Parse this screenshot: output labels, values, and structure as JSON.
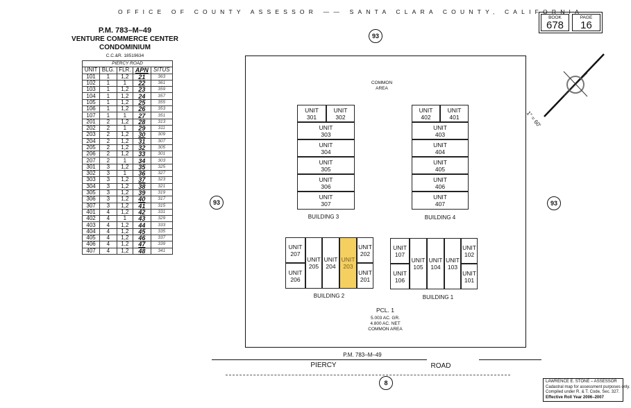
{
  "header": "OFFICE OF COUNTY ASSESSOR —— SANTA CLARA COUNTY, CALIFORNIA",
  "book": {
    "label": "BOOK",
    "value": "678"
  },
  "page": {
    "label": "PAGE",
    "value": "16"
  },
  "title": {
    "line1": "P.M. 783–M–49",
    "line2": "VENTURE COMMERCE CENTER",
    "line3": "CONDOMINIUM",
    "ccr": "C.C.&R. 18519634"
  },
  "table": {
    "caption": "PIERCY ROAD",
    "headers": [
      "UNIT",
      "BLG.",
      "FLR.",
      "APN",
      "SITUS"
    ],
    "rows": [
      [
        "101",
        "1",
        "1,2",
        "21",
        "363"
      ],
      [
        "102",
        "1",
        "1",
        "22",
        "361"
      ],
      [
        "103",
        "1",
        "1,2",
        "23",
        "359"
      ],
      [
        "104",
        "1",
        "1,2",
        "24",
        "357"
      ],
      [
        "105",
        "1",
        "1,2",
        "25",
        "355"
      ],
      [
        "106",
        "1",
        "1,2",
        "26",
        "353"
      ],
      [
        "107",
        "1",
        "1",
        "27",
        "351"
      ],
      [
        "201",
        "2",
        "1,2",
        "28",
        "313"
      ],
      [
        "202",
        "2",
        "1",
        "29",
        "311"
      ],
      [
        "203",
        "2",
        "1,2",
        "30",
        "309"
      ],
      [
        "204",
        "2",
        "1,2",
        "31",
        "307"
      ],
      [
        "205",
        "2",
        "1,2",
        "32",
        "305"
      ],
      [
        "206",
        "2",
        "1,2",
        "33",
        "301"
      ],
      [
        "207",
        "2",
        "1",
        "34",
        "303"
      ],
      [
        "301",
        "3",
        "1,2",
        "35",
        "325"
      ],
      [
        "302",
        "3",
        "1",
        "36",
        "327"
      ],
      [
        "303",
        "3",
        "1,2",
        "37",
        "323"
      ],
      [
        "304",
        "3",
        "1,2",
        "38",
        "321"
      ],
      [
        "305",
        "3",
        "1,2",
        "39",
        "319"
      ],
      [
        "306",
        "3",
        "1,2",
        "40",
        "317"
      ],
      [
        "307",
        "3",
        "1,2",
        "41",
        "315"
      ],
      [
        "401",
        "4",
        "1,2",
        "42",
        "331"
      ],
      [
        "402",
        "4",
        "1",
        "43",
        "329"
      ],
      [
        "403",
        "4",
        "1,2",
        "44",
        "333"
      ],
      [
        "404",
        "4",
        "1,2",
        "45",
        "335"
      ],
      [
        "405",
        "4",
        "1,2",
        "46",
        "337"
      ],
      [
        "406",
        "4",
        "1,2",
        "47",
        "339"
      ],
      [
        "407",
        "4",
        "1,2",
        "48",
        "341"
      ]
    ]
  },
  "map": {
    "book_ref": "93",
    "road_ref": "8",
    "common_area": [
      "COMMON",
      "AREA"
    ],
    "buildings": {
      "b3": "BUILDING 3",
      "b4": "BUILDING 4",
      "b2": "BUILDING 2",
      "b1": "BUILDING 1"
    },
    "unit_word": "UNIT",
    "highlight_unit": "203",
    "highlight_color": "#f5d061",
    "parcel": {
      "name": "PCL. 1",
      "gross": "5.003 AC. GR.",
      "net": "4.800 AC. NET",
      "common": "COMMON AREA"
    },
    "pm": "P.M. 783–M–49",
    "road": {
      "left": "PIERCY",
      "right": "ROAD"
    },
    "scale": "1\" = 60'"
  },
  "assessor": {
    "line1": "LAWRENCE E. STONE – ASSESSOR",
    "line2": "Cadastral map for assessment purposes only.",
    "line3": "Compiled under R. & T. Code, Sec. 327.",
    "line4": "Effective Roll Year 2006–2007"
  }
}
